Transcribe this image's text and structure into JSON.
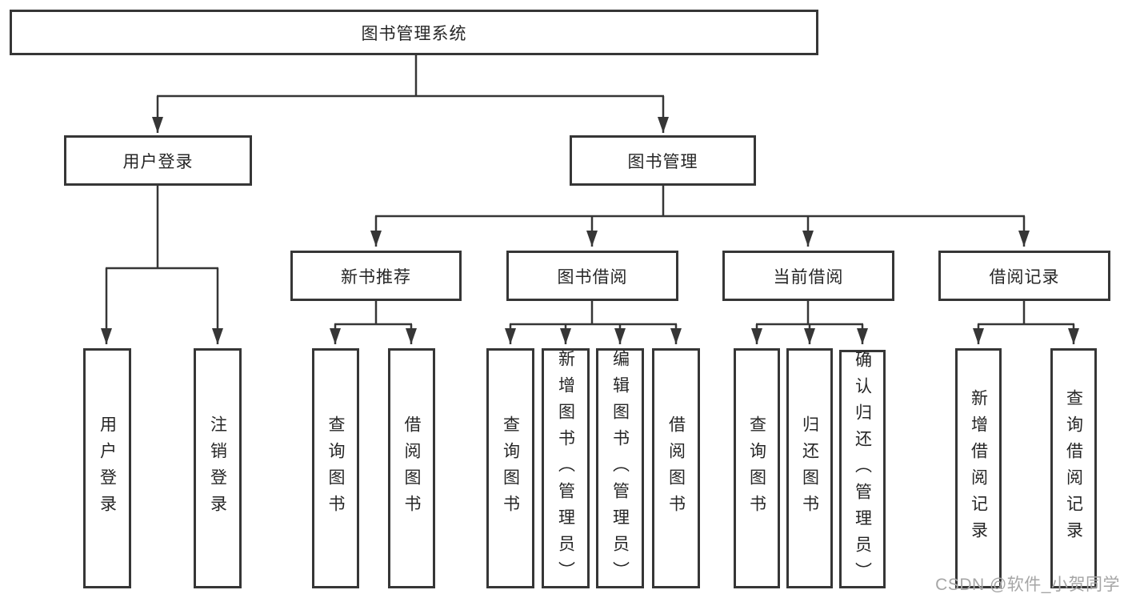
{
  "tree": {
    "root": {
      "label": "图书管理系统",
      "children": [
        {
          "label": "用户登录",
          "children": [
            {
              "label": "用户登录"
            },
            {
              "label": "注销登录"
            }
          ]
        },
        {
          "label": "图书管理",
          "children": [
            {
              "label": "新书推荐",
              "children": [
                {
                  "label": "查询图书"
                },
                {
                  "label": "借阅图书"
                }
              ]
            },
            {
              "label": "图书借阅",
              "children": [
                {
                  "label": "查询图书"
                },
                {
                  "label": "新增图书（管理员）"
                },
                {
                  "label": "编辑图书（管理员）"
                },
                {
                  "label": "借阅图书"
                }
              ]
            },
            {
              "label": "当前借阅",
              "children": [
                {
                  "label": "查询图书"
                },
                {
                  "label": "归还图书"
                },
                {
                  "label": "确认归还（管理员）"
                }
              ]
            },
            {
              "label": "借阅记录",
              "children": [
                {
                  "label": "新增借阅记录"
                },
                {
                  "label": "查询借阅记录"
                }
              ]
            }
          ]
        }
      ]
    }
  },
  "watermark": {
    "text": "CSDN @软件_小贺同学"
  },
  "colors": {
    "line": "#363636",
    "box_border": "#363636",
    "text": "#262626",
    "watermark": "#a6a6a6",
    "background": "#ffffff"
  }
}
